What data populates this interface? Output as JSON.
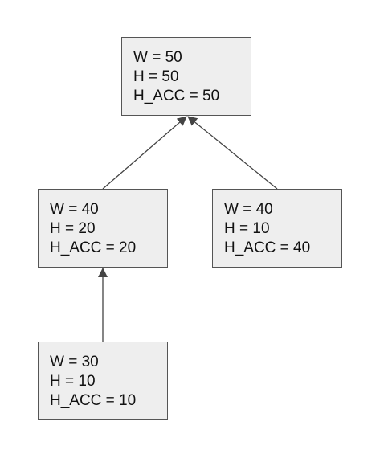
{
  "nodes": {
    "root": {
      "w": "W = 50",
      "h": "H = 50",
      "h_acc": "H_ACC = 50"
    },
    "left": {
      "w": "W = 40",
      "h": "H = 20",
      "h_acc": "H_ACC = 20"
    },
    "right": {
      "w": "W = 40",
      "h": "H = 10",
      "h_acc": "H_ACC = 40"
    },
    "bottom": {
      "w": "W = 30",
      "h": "H = 10",
      "h_acc": "H_ACC = 10"
    }
  },
  "edges": [
    {
      "from": "left",
      "to": "root"
    },
    {
      "from": "right",
      "to": "root"
    },
    {
      "from": "bottom",
      "to": "left"
    }
  ],
  "colors": {
    "node_fill": "#eeeeee",
    "node_border": "#555555",
    "edge": "#444444",
    "text": "#111111"
  }
}
